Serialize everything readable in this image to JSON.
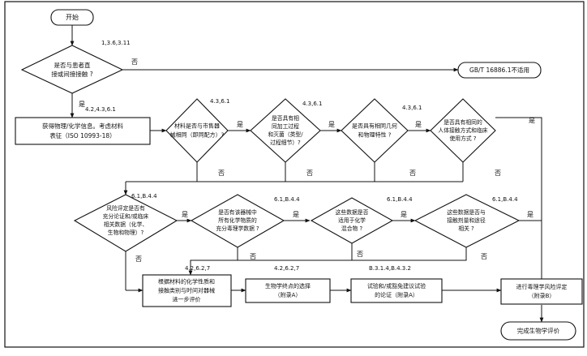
{
  "nodes": {
    "start": "开始",
    "d1": [
      "是否与患者直",
      "接或间接接触 ?"
    ],
    "gbt": "GB/T 16886.1不适用",
    "info": [
      "获得物理/化学信息。考虑材料",
      "表征（ISO 10993-18）"
    ],
    "d2": [
      "材料是否与市售器",
      "械相同（即同配方）?"
    ],
    "d3": [
      "是否具有相",
      "同加工过程",
      "和灭菌（类型/",
      "过程细节）?"
    ],
    "d4": [
      "是否具有相同几何",
      "和物理特性 ?"
    ],
    "d5": [
      "是否具有相同的",
      "人体接触方式和临床",
      "使用方式 ?"
    ],
    "d6": [
      "风险评定是否有",
      "充分论证和/或临床",
      "相关数据（化学、",
      "生物和物理）?"
    ],
    "d7": [
      "是否有该器械中",
      "所有化学物质的",
      "充分毒理学数据 ?"
    ],
    "d8": [
      "这些数据是否",
      "适用于化学",
      "混合物 ?"
    ],
    "d9": [
      "这些数据是否与",
      "接触剂量和途径",
      "相关 ?"
    ],
    "b1": [
      "根据材料的化学性质和",
      "接触类别与时间对器械",
      "进一步评价"
    ],
    "b2": [
      "生物学终点的选择",
      "（附录A）"
    ],
    "b3": [
      "试验和/或豁免建议试验",
      "的论证（附录A）"
    ],
    "b4": [
      "进行毒理学风险评定",
      "（附录B）"
    ],
    "end": "完成生物学评价"
  },
  "refs": {
    "r1": "1,3.6,3.11",
    "r2": "4.2,4.3,6.1",
    "r3": "4.3,6.1",
    "r4": "4.3,6.1",
    "r5": "4.3,6.1",
    "r6": "6.1,B.4.4",
    "r7": "6.1,B.4.4",
    "r8": "6.1,B.4.4",
    "r9": "6.1,B.4.4",
    "r10": "4.2,6.2,7",
    "r11": "4.2,6.2,7",
    "r12": "B.3.1.4,B.4.3.2"
  },
  "labels": {
    "yes": "是",
    "no": "否"
  }
}
